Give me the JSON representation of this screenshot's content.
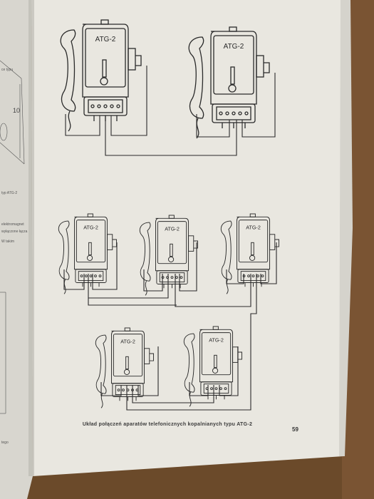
{
  "page": {
    "caption": "Układ połączeń aparatów telefonicznych kopalnianych typu ATG-2",
    "page_number": "59"
  },
  "phones": [
    {
      "label": "ATG-2"
    },
    {
      "label": "ATG-2"
    },
    {
      "label": "ATG-2"
    },
    {
      "label": "ATG-2"
    },
    {
      "label": "ATG-2"
    },
    {
      "label": "ATG-2"
    },
    {
      "label": "ATG-2"
    }
  ],
  "left_page_fragments": {
    "fig_label": "typ ATG-2",
    "dim_label": "10",
    "text1": "elektromagnet",
    "text2": "wyłączone łącza",
    "text3": "W takim",
    "text4": "ce typu ",
    "text5": "tego"
  },
  "colors": {
    "table": "#6b4a2a",
    "paper_right": "#e9e7e0",
    "paper_left": "#d8d6cf",
    "ink": "#2a2a2a"
  }
}
